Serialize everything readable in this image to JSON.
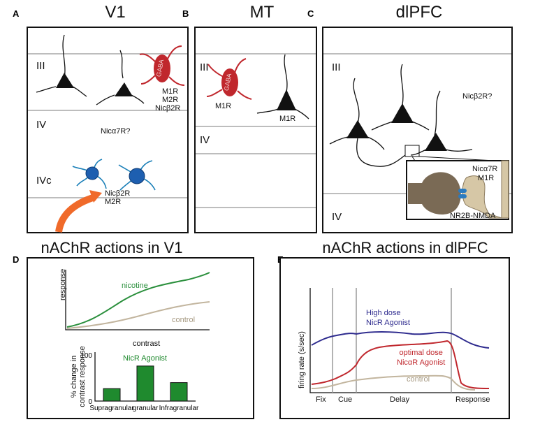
{
  "panel_a": {
    "letter": "A",
    "title": "V1",
    "layers": [
      "III",
      "IV",
      "IVc"
    ],
    "gaba": "GABA",
    "gaba_receptors": [
      "M1R",
      "M2R",
      "Nicβ2R"
    ],
    "nic_alpha7": "Nicα7R?",
    "ivc_receptors": [
      "Nicβ2R",
      "M2R"
    ]
  },
  "panel_b": {
    "letter": "B",
    "title": "MT",
    "layers": [
      "III",
      "IV"
    ],
    "gaba": "GABA",
    "gaba_receptor": "M1R",
    "pyramid_receptor": "M1R"
  },
  "panel_c": {
    "letter": "C",
    "title": "dlPFC",
    "layers": [
      "III",
      "IV"
    ],
    "nicb2": "Nicβ2R?",
    "inset_receptors": [
      "Nicα7R",
      "M1R"
    ],
    "nmda": "NR2B-NMDA"
  },
  "panel_d": {
    "letter": "D",
    "title": "nAChR actions in V1",
    "line_chart": {
      "ylabel": "response",
      "xlabel": "contrast",
      "series": [
        {
          "name": "nicotine",
          "color": "#2a8f3c"
        },
        {
          "name": "control",
          "color": "#c2b59e"
        }
      ]
    },
    "chart_data": {
      "type": "bar",
      "categories": [
        "Supragranular",
        "granular",
        "Infragranular"
      ],
      "values": [
        27,
        76,
        40
      ],
      "ylabel": "% change in contrast response",
      "ylim": [
        0,
        100
      ],
      "ticks": [
        "100",
        "0"
      ],
      "legend": "NicR Agonist",
      "color": "#1f8a2e"
    }
  },
  "panel_e": {
    "letter": "E",
    "title": "nAChR actions in dlPFC",
    "ylabel": "firing rate (s/sec)",
    "epochs": [
      "Fix",
      "Cue",
      "Delay",
      "Response"
    ],
    "series": [
      {
        "name_lines": [
          "High dose",
          "NicR Agonist"
        ],
        "color": "#2e2b8e"
      },
      {
        "name_lines": [
          "optimal dose",
          "NicαR Agonist"
        ],
        "color": "#c0272d"
      },
      {
        "name_lines": [
          "control"
        ],
        "color": "#c2b59e"
      }
    ]
  }
}
